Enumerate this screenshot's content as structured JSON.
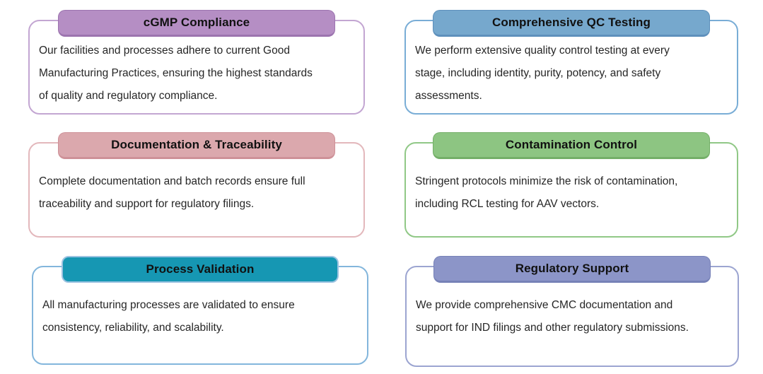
{
  "cards": [
    {
      "title": "cGMP Compliance",
      "body": "Our facilities and processes adhere to current Good\nManufacturing Practices, ensuring the highest standards\nof quality and regulatory compliance.",
      "colors": {
        "pill_bg": "#b58ec4",
        "pill_border": "#9c74af",
        "pill_border_width": "1px 1px 3px 1px",
        "card_border": "#c3a6d2"
      }
    },
    {
      "title": "Comprehensive QC Testing",
      "body": "We perform extensive quality control testing at every\nstage, including identity, purity, potency, and safety\nassessments.",
      "colors": {
        "pill_bg": "#76a8cd",
        "pill_border": "#5e90bc",
        "pill_border_width": "1px 1px 3px 1px",
        "card_border": "#79add6"
      }
    },
    {
      "title": "Documentation & Traceability",
      "body": "Complete documentation and batch records ensure full\ntraceability and support for regulatory filings.",
      "colors": {
        "pill_bg": "#dba8ad",
        "pill_border": "#ce9198",
        "pill_border_width": "1px 1px 3px 1px",
        "card_border": "#e3b8bc"
      }
    },
    {
      "title": "Contamination Control",
      "body": "Stringent protocols minimize the risk of contamination,\nincluding RCL testing for AAV vectors.",
      "colors": {
        "pill_bg": "#8dc582",
        "pill_border": "#74af68",
        "pill_border_width": "1px 1px 3px 1px",
        "card_border": "#90c886"
      }
    },
    {
      "title": "Process Validation",
      "body": "All manufacturing processes are validated to ensure\nconsistency, reliability, and scalability.",
      "colors": {
        "pill_bg": "#1697b3",
        "pill_border": "#9dc3e1",
        "pill_border_width": "2px",
        "card_border": "#83b6dc"
      }
    },
    {
      "title": "Regulatory Support",
      "body": "We provide comprehensive CMC documentation and\nsupport for IND filings and other regulatory submissions.",
      "colors": {
        "pill_bg": "#8c95c8",
        "pill_border": "#7681b7",
        "pill_border_width": "1px 1px 3px 1px",
        "card_border": "#9ca5d1"
      }
    }
  ]
}
